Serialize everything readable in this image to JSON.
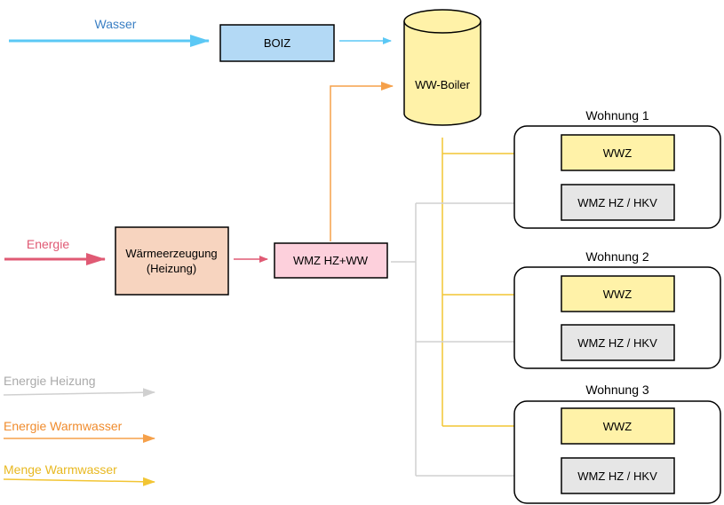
{
  "colors": {
    "water": "#5bc8f5",
    "energy": "#e05a74",
    "heating": "#d0d0d0",
    "warmwater_energy": "#f5a04a",
    "warmwater_amount": "#f2c534",
    "boiz_fill": "#b3d9f5",
    "boiler_fill": "#fff2a8",
    "generator_fill": "#f7d4bf",
    "wmz_main_fill": "#fdd0dc",
    "wwz_fill": "#fff2a8",
    "wmz_hkv_fill": "#e6e6e6",
    "water_label": "#3a7fc4",
    "energy_label": "#e05a74",
    "heating_label": "#aaaaaa",
    "warmwater_energy_label": "#f08c2e",
    "warmwater_amount_label": "#e8b820"
  },
  "labels": {
    "wasser": "Wasser",
    "energie": "Energie"
  },
  "nodes": {
    "boiz": "BOIZ",
    "boiler": "WW-Boiler",
    "generator_line1": "Wärmeerzeugung",
    "generator_line2": "(Heizung)",
    "wmz_main": "WMZ HZ+WW"
  },
  "apartments": [
    {
      "title": "Wohnung 1",
      "wwz": "WWZ",
      "wmz": "WMZ HZ / HKV"
    },
    {
      "title": "Wohnung 2",
      "wwz": "WWZ",
      "wmz": "WMZ HZ / HKV"
    },
    {
      "title": "Wohnung 3",
      "wwz": "WWZ",
      "wmz": "WMZ HZ / HKV"
    }
  ],
  "legend": [
    {
      "label": "Energie Heizung"
    },
    {
      "label": "Energie Warmwasser"
    },
    {
      "label": "Menge Warmwasser"
    }
  ]
}
